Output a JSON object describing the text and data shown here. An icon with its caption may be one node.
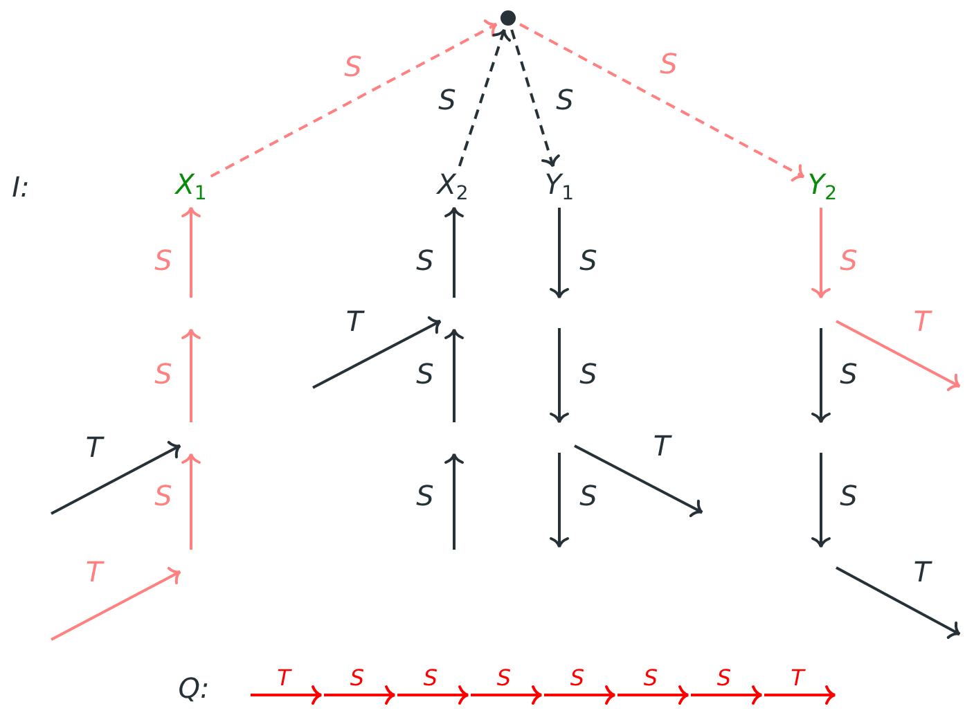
{
  "diagram": {
    "nodes": [
      {
        "text": [],
        "shape": "circle"
      },
      {
        "text": [
          "X$_{1}$"
        ]
      },
      {
        "text": [
          "X$_{2}$"
        ]
      },
      {
        "text": [
          "Y$_{1}$"
        ]
      },
      {
        "text": [
          "Y$_{2}$"
        ]
      }
    ],
    "edges": [
      {
        "from": 1,
        "to": 0,
        "arrow": "to",
        "label": "S",
        "style": "dashed",
        "color": "#ff8080"
      },
      {
        "from": 2,
        "to": 0,
        "arrow": "to",
        "label": "S",
        "style": "dashed",
        "color": "#263238"
      },
      {
        "from": 0,
        "to": 3,
        "arrow": "to",
        "label": "S",
        "style": "dashed",
        "color": "#263238"
      },
      {
        "from": 0,
        "to": 4,
        "arrow": "to",
        "label": "S",
        "style": "dashed",
        "color": "#ff8080"
      },
      {
        "from": null,
        "to": 1,
        "arrow": "to",
        "label": "S",
        "color": "#ff8080"
      },
      {
        "from": null,
        "to": 2,
        "arrow": "to",
        "label": "S",
        "color": "#263238"
      },
      {
        "from": 3,
        "to": null,
        "arrow": "to",
        "label": "S",
        "color": "#263238"
      },
      {
        "from": 4,
        "to": null,
        "arrow": "to",
        "label": "S",
        "color": "#ff8080"
      }
    ],
    "labels": [
      "I:",
      "T",
      "T",
      "S",
      "S",
      "S",
      "S",
      "T",
      "T",
      "S",
      "S",
      "S",
      "S",
      "T",
      "T",
      "Q:",
      "T",
      "S",
      "S",
      "S",
      "S",
      "S",
      "S",
      "T"
    ]
  }
}
